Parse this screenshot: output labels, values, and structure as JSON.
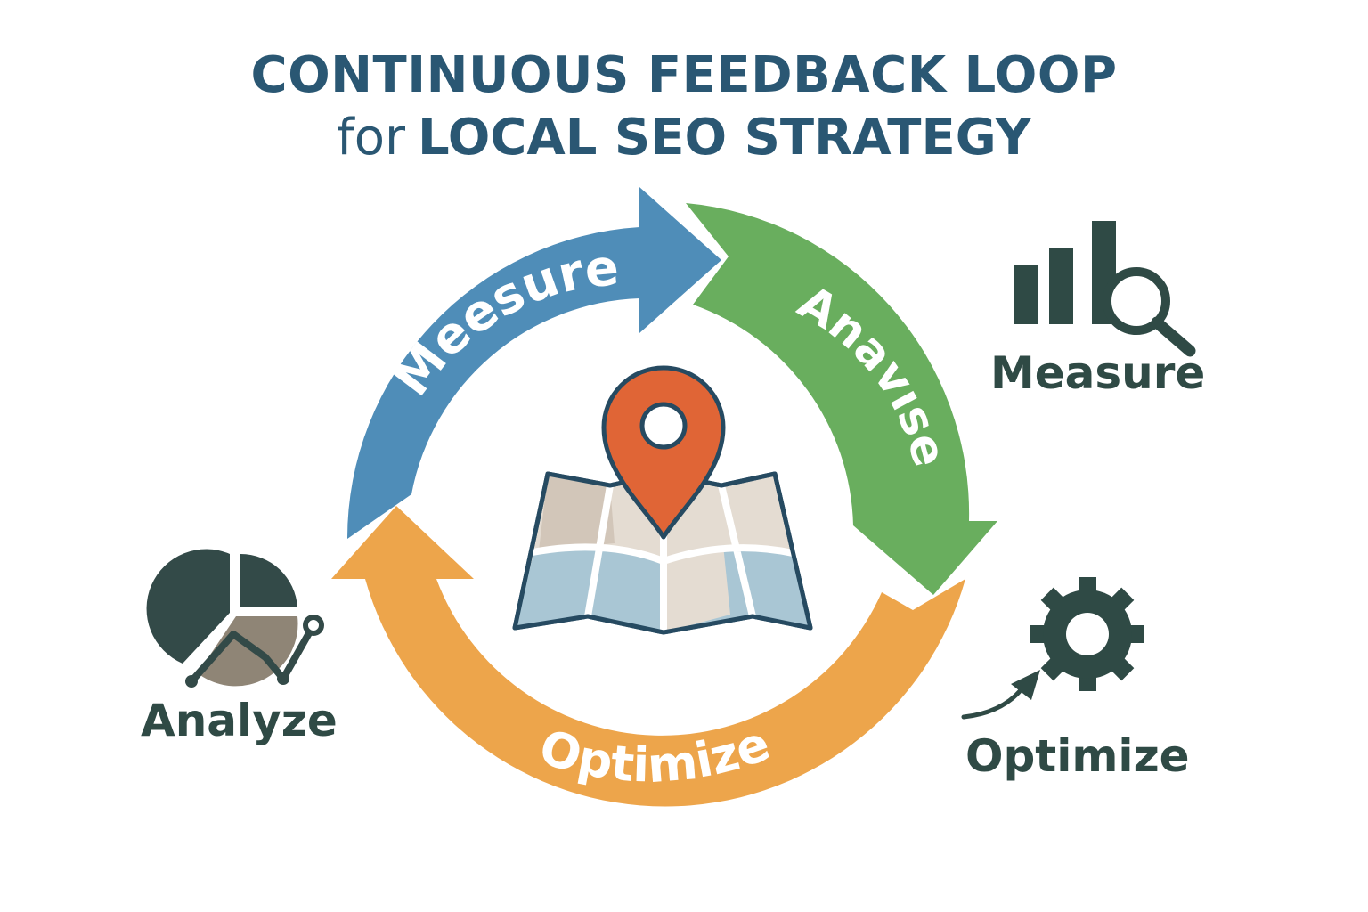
{
  "title": {
    "line1": "CONTINUOUS FEEDBACK LOOP",
    "line2_prefix": "for",
    "line2_main": "LOCAL SEO STRATEGY"
  },
  "cycle": {
    "arrows": [
      {
        "label": "Meesure",
        "color": "#4f8db8"
      },
      {
        "label": "Anavıse",
        "color": "#69ae5e"
      },
      {
        "label": "Optimize",
        "color": "#eda54b"
      }
    ],
    "center_icon": "map-with-location-pin-icon"
  },
  "side_items": [
    {
      "label": "Measure",
      "icon": "bar-chart-magnifier-icon"
    },
    {
      "label": "Analyze",
      "icon": "pie-chart-trend-icon"
    },
    {
      "label": "Optimize",
      "icon": "gear-arrow-icon"
    }
  ],
  "colors": {
    "title": "#2a5773",
    "icon_dark": "#2f4a45",
    "pin": "#e06536",
    "map_beige": "#e4dcd2",
    "map_blue": "#a9c6d4",
    "map_outline": "#264a61"
  }
}
